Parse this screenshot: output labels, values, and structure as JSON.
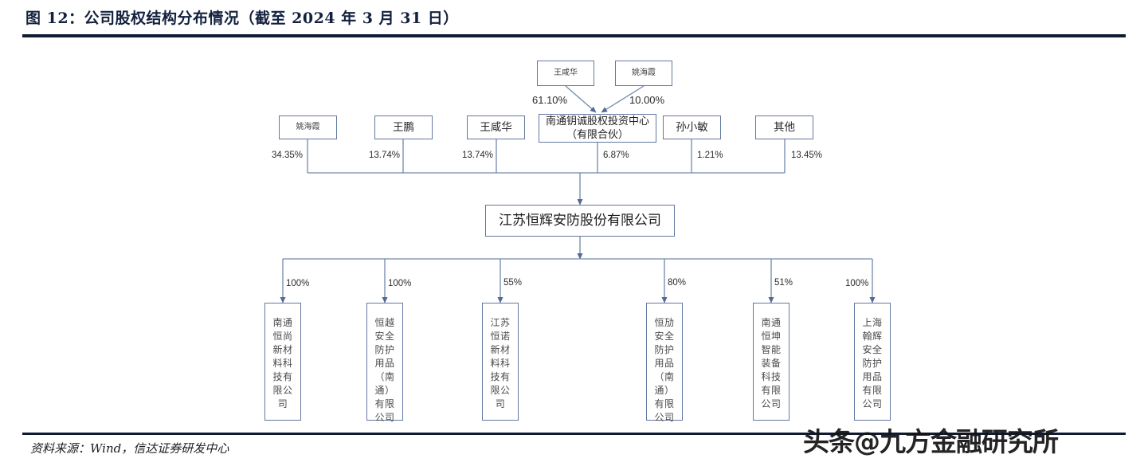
{
  "figure": {
    "title": "图 12：公司股权结构分布情况（截至 2024 年 3 月 31 日）",
    "source": "资料来源：Wind，信达证券研发中心",
    "watermark": "头条@九方金融研究所",
    "accent_color": "#0f1b33",
    "box_border_color": "#62789f",
    "line_color": "#7089ad"
  },
  "chart_data": {
    "type": "diagram",
    "title": "图 12：公司股权结构分布情况（截至 2024 年 3 月 31 日）",
    "subject": "江苏恒辉安防股份有限公司",
    "as_of": "2024 年 3 月 31 日",
    "tier1_partners": [
      {
        "id": "t1-wangxianhua",
        "label": "王咸华",
        "stake": "61.10%",
        "target": "南通钥诚股权投资中心（有限合伙）"
      },
      {
        "id": "t1-yaohaixia",
        "label": "姚海霞",
        "stake": "10.00%",
        "target": "南通钥诚股权投资中心（有限合伙）"
      }
    ],
    "tier2_shareholders": [
      {
        "id": "t2-yaohaixia",
        "label": "姚海霞",
        "stake": "34.35%"
      },
      {
        "id": "t2-wangpeng",
        "label": "王鹏",
        "stake": "13.74%"
      },
      {
        "id": "t2-wangxianhua",
        "label": "王咸华",
        "stake": "13.74%"
      },
      {
        "id": "t2-partnership",
        "label": "南通钥诚股权投资中心（有限合伙）",
        "stake": "6.87%"
      },
      {
        "id": "t2-sunxiaomin",
        "label": "孙小敏",
        "stake": "1.21%"
      },
      {
        "id": "t2-others",
        "label": "其他",
        "stake": "13.45%"
      }
    ],
    "subsidiaries": [
      {
        "id": "sub-1",
        "label": "南通恒尚新材料科技有限公司",
        "stake": "100%"
      },
      {
        "id": "sub-2",
        "label": "恒越安全防护用品（南通）有限公司",
        "stake": "100%"
      },
      {
        "id": "sub-3",
        "label": "江苏恒诺新材料科技有限公司",
        "stake": "55%"
      },
      {
        "id": "sub-4",
        "label": "恒劢安全防护用品（南通）有限公司",
        "stake": "80%"
      },
      {
        "id": "sub-5",
        "label": "南通恒坤智能装备科技有限公司",
        "stake": "51%"
      },
      {
        "id": "sub-6",
        "label": "上海翰辉安全防护用品有限公司",
        "stake": "100%"
      }
    ]
  }
}
